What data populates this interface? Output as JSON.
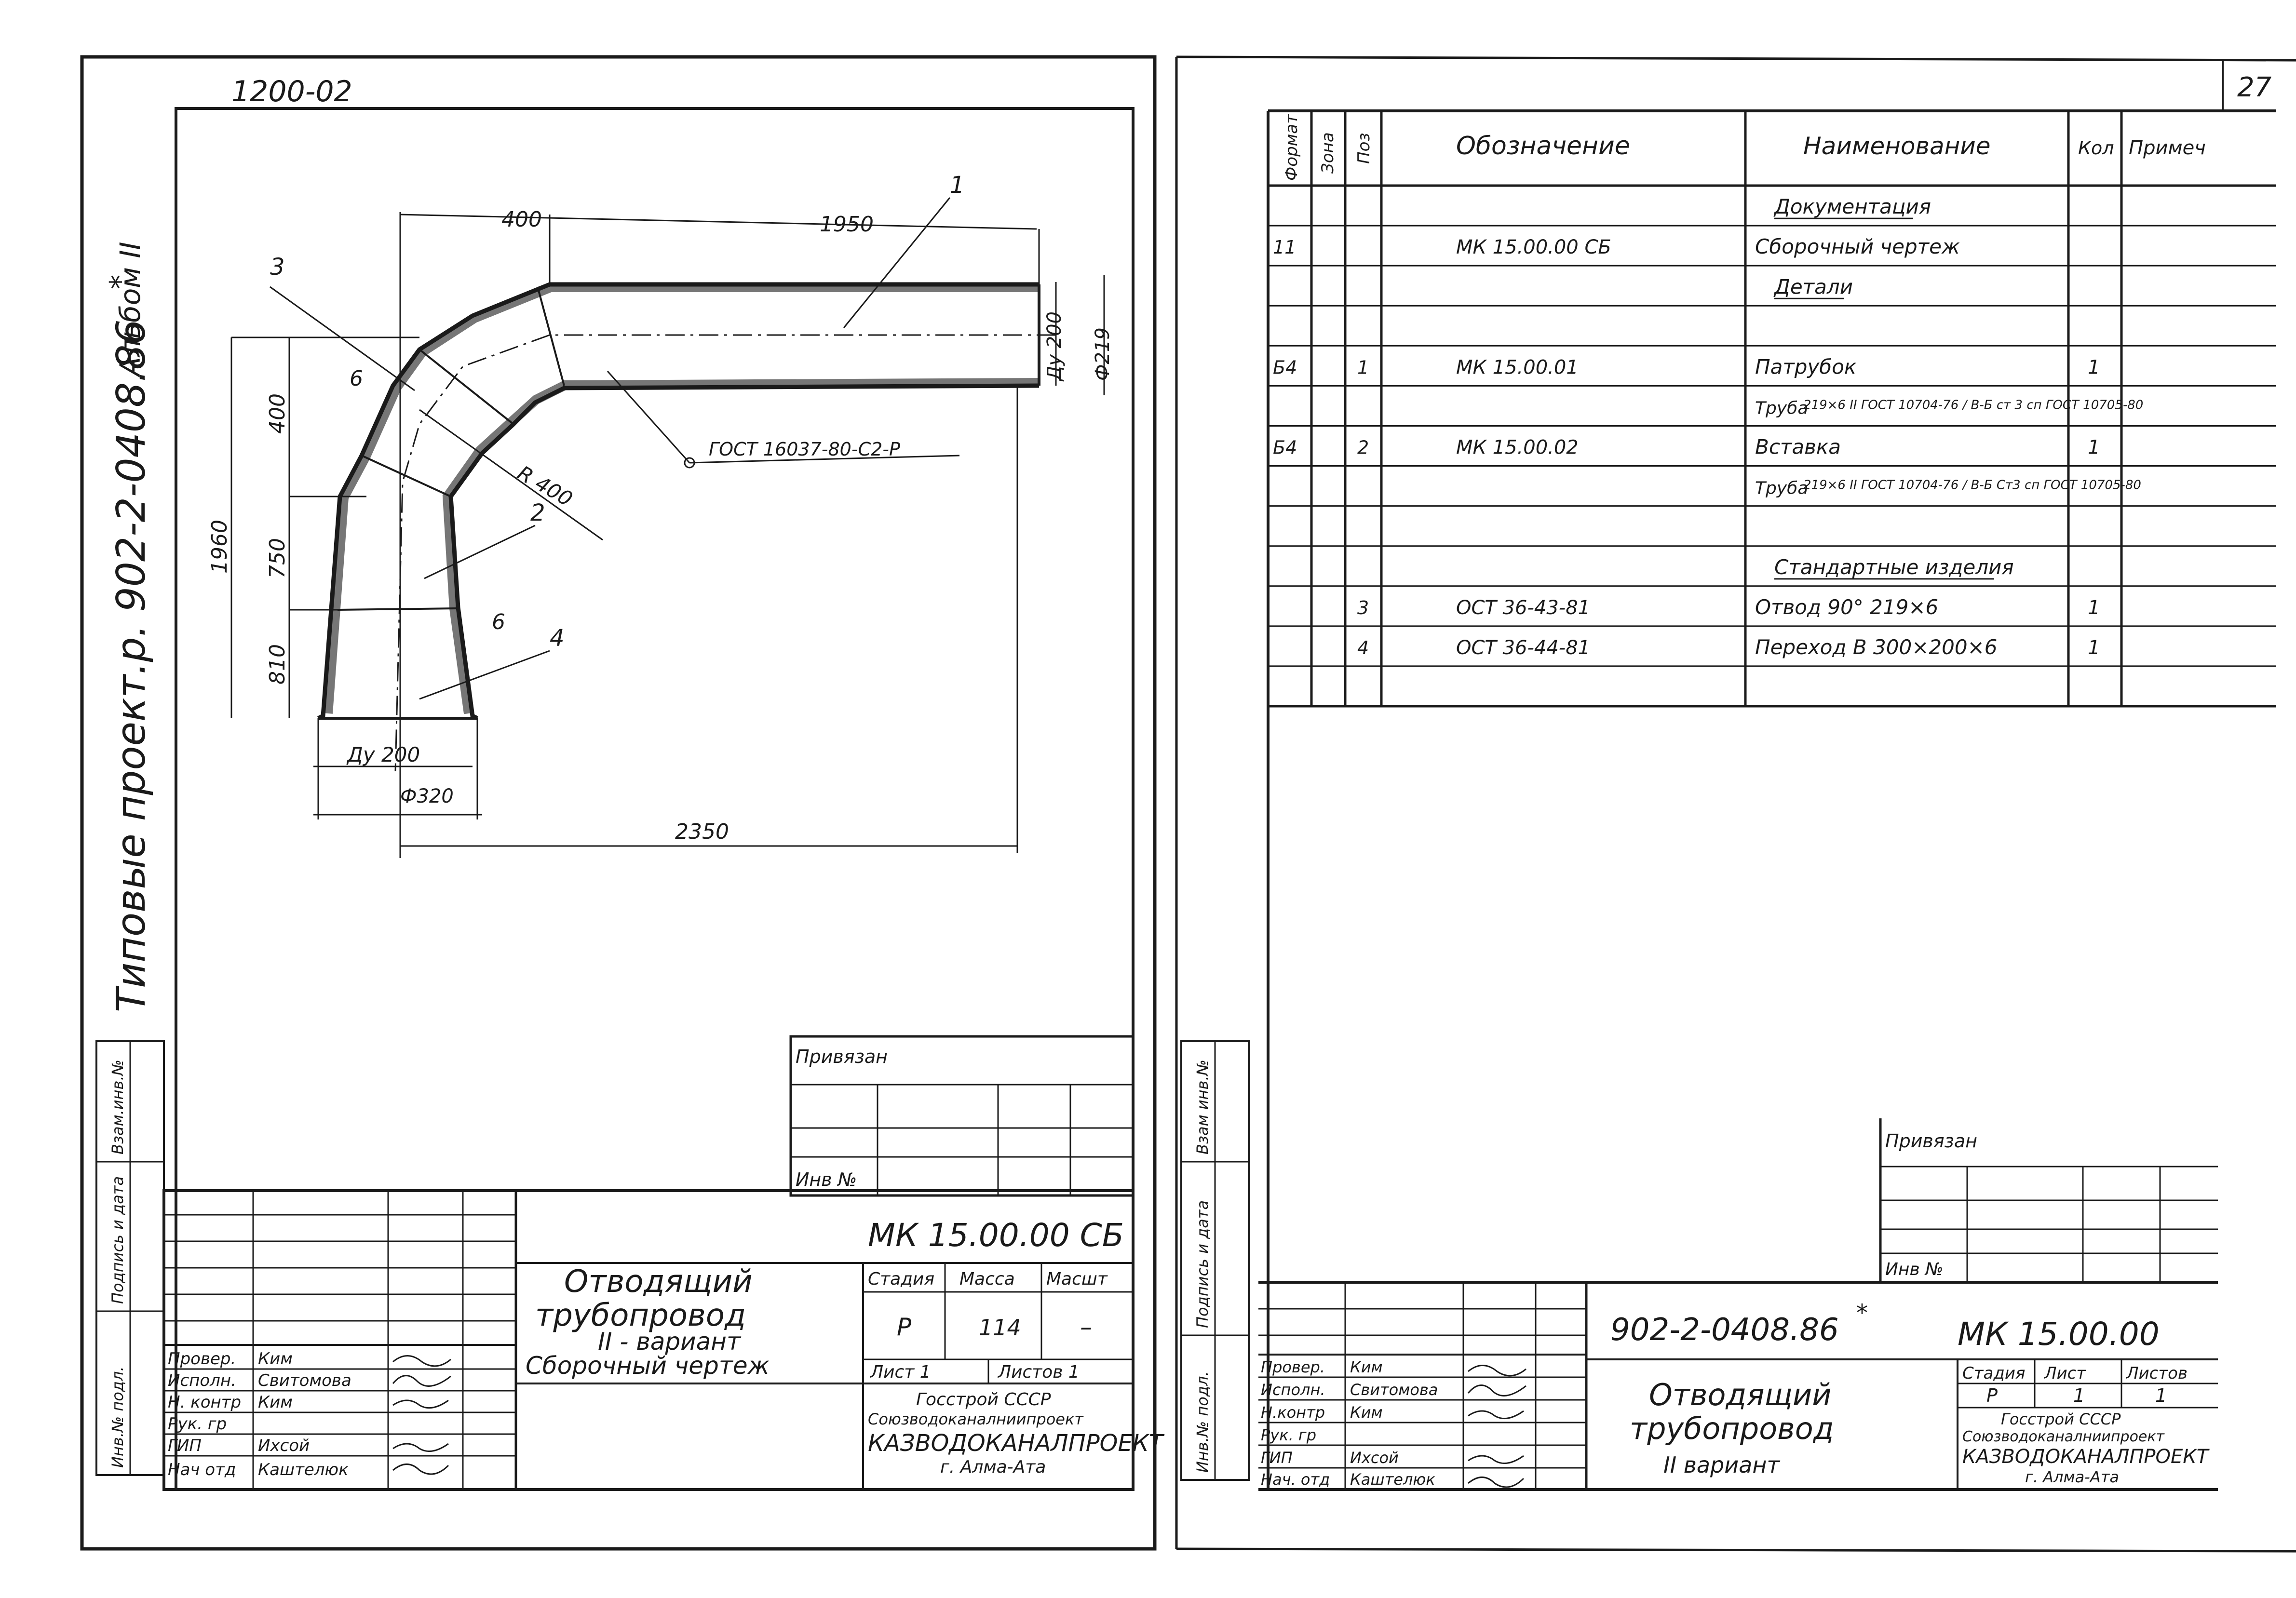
{
  "left_sheet": {
    "code_top": "1200-02",
    "vertical_title_left": "Типовые проект.р. 902-2-0408.86",
    "vertical_star": "*",
    "vertical_album": "Альбом II",
    "drawing": {
      "dims": {
        "d400_top": "400",
        "d1950": "1950",
        "dy200_top": "Ду 200",
        "phi219": "Ф219",
        "d1960": "1960",
        "d400_left": "400",
        "d750": "750",
        "d810": "810",
        "dy200_bottom": "Ду 200",
        "phi320": "Ф320",
        "d2350": "2350",
        "r400": "R 400"
      },
      "callouts": {
        "c1": "1",
        "c2": "2",
        "c3": "3",
        "c4": "4",
        "c6a": "6",
        "c6b": "6",
        "weld_ref": "ГОСТ 16037-80-С2-Р"
      }
    },
    "attach_box": {
      "title": "Привязан",
      "inv": "Инв №"
    },
    "side_stamp": {
      "labels": [
        "Взам.инв.№",
        "Подпись и дата",
        "Инв.№ подл."
      ]
    },
    "title_block": {
      "designation": "МК 15.00.00 СБ",
      "name_line1": "Отводящий",
      "name_line2": "трубопровод",
      "name_line3": "II - вариант",
      "name_line4": "Сборочный чертеж",
      "headers": {
        "stage": "Стадия",
        "mass": "Масса",
        "scale": "Масшт"
      },
      "values": {
        "stage": "Р",
        "mass": "114",
        "scale": "–"
      },
      "sheet": "Лист 1",
      "sheets": "Листов 1",
      "org1": "Госстрой СССР",
      "org2": "Союзводоканалниипроект",
      "org3": "КАЗВОДОКАНАЛПРОЕКТ",
      "org4": "г. Алма-Ата",
      "people": [
        {
          "role": "Провер.",
          "name": "Ким"
        },
        {
          "role": "Исполн.",
          "name": "Свитомова"
        },
        {
          "role": "Н. контр",
          "name": "Ким"
        },
        {
          "role": "Рук. гр",
          "name": ""
        },
        {
          "role": "ГИП",
          "name": "Ихсой"
        },
        {
          "role": "Нач отд",
          "name": "Каштелюк"
        }
      ]
    }
  },
  "right_sheet": {
    "page_no": "27",
    "spec": {
      "headers": [
        "Формат",
        "Зона",
        "Поз",
        "Обозначение",
        "Наименование",
        "Кол",
        "Примеч"
      ],
      "rows": [
        {
          "fmt": "",
          "pos": "",
          "des": "",
          "name": "Документация",
          "qty": "",
          "sub": ""
        },
        {
          "fmt": "11",
          "pos": "",
          "des": "МК 15.00.00 СБ",
          "name": "Сборочный чертеж",
          "qty": "",
          "sub": ""
        },
        {
          "fmt": "",
          "pos": "",
          "des": "",
          "name": "Детали",
          "qty": "",
          "sub": ""
        },
        {
          "fmt": "",
          "pos": "",
          "des": "",
          "name": "",
          "qty": "",
          "sub": ""
        },
        {
          "fmt": "Б4",
          "pos": "1",
          "des": "МК 15.00.01",
          "name": "Патрубок",
          "qty": "1",
          "sub": ""
        },
        {
          "fmt": "",
          "pos": "",
          "des": "",
          "name": "Труба",
          "qty": "",
          "sub": "219×6 II ГОСТ 10704-76 / В-Б ст 3 сп ГОСТ 10705-80"
        },
        {
          "fmt": "Б4",
          "pos": "2",
          "des": "МК 15.00.02",
          "name": "Вставка",
          "qty": "1",
          "sub": ""
        },
        {
          "fmt": "",
          "pos": "",
          "des": "",
          "name": "Труба",
          "qty": "",
          "sub": "219×6 II ГОСТ 10704-76 / В-Б Ст3 сп ГОСТ 10705-80"
        },
        {
          "fmt": "",
          "pos": "",
          "des": "",
          "name": "",
          "qty": "",
          "sub": ""
        },
        {
          "fmt": "",
          "pos": "",
          "des": "",
          "name": "Стандартные изделия",
          "qty": "",
          "sub": ""
        },
        {
          "fmt": "",
          "pos": "3",
          "des": "ОСТ 36-43-81",
          "name": "Отвод 90° 219×6",
          "qty": "1",
          "sub": ""
        },
        {
          "fmt": "",
          "pos": "4",
          "des": "ОСТ 36-44-81",
          "name": "Переход В 300×200×6",
          "qty": "1",
          "sub": ""
        },
        {
          "fmt": "",
          "pos": "",
          "des": "",
          "name": "",
          "qty": "",
          "sub": ""
        }
      ]
    },
    "attach_box": {
      "title": "Привязан",
      "inv": "Инв №"
    },
    "side_stamp": {
      "labels": [
        "Взам инв.№",
        "Подпись и дата",
        "Инв.№ подл."
      ]
    },
    "title_block": {
      "project": "902-2-0408.86",
      "star": "*",
      "designation": "МК 15.00.00",
      "name_line1": "Отводящий",
      "name_line2": "трубопровод",
      "name_line3": "II вариант",
      "headers": {
        "stage": "Стадия",
        "sheet": "Лист",
        "sheets": "Листов"
      },
      "values": {
        "stage": "Р",
        "sheet": "1",
        "sheets": "1"
      },
      "org1": "Госстрой СССР",
      "org2": "Союзводоканалниипроект",
      "org3": "КАЗВОДОКАНАЛПРОЕКТ",
      "org4": "г. Алма-Ата",
      "people": [
        {
          "role": "Провер.",
          "name": "Ким"
        },
        {
          "role": "Исполн.",
          "name": "Свитомова"
        },
        {
          "role": "Н.контр",
          "name": "Ким"
        },
        {
          "role": "Рук. гр",
          "name": ""
        },
        {
          "role": "ГИП",
          "name": "Ихсой"
        },
        {
          "role": "Нач. отд",
          "name": "Каштелюк"
        }
      ]
    }
  }
}
